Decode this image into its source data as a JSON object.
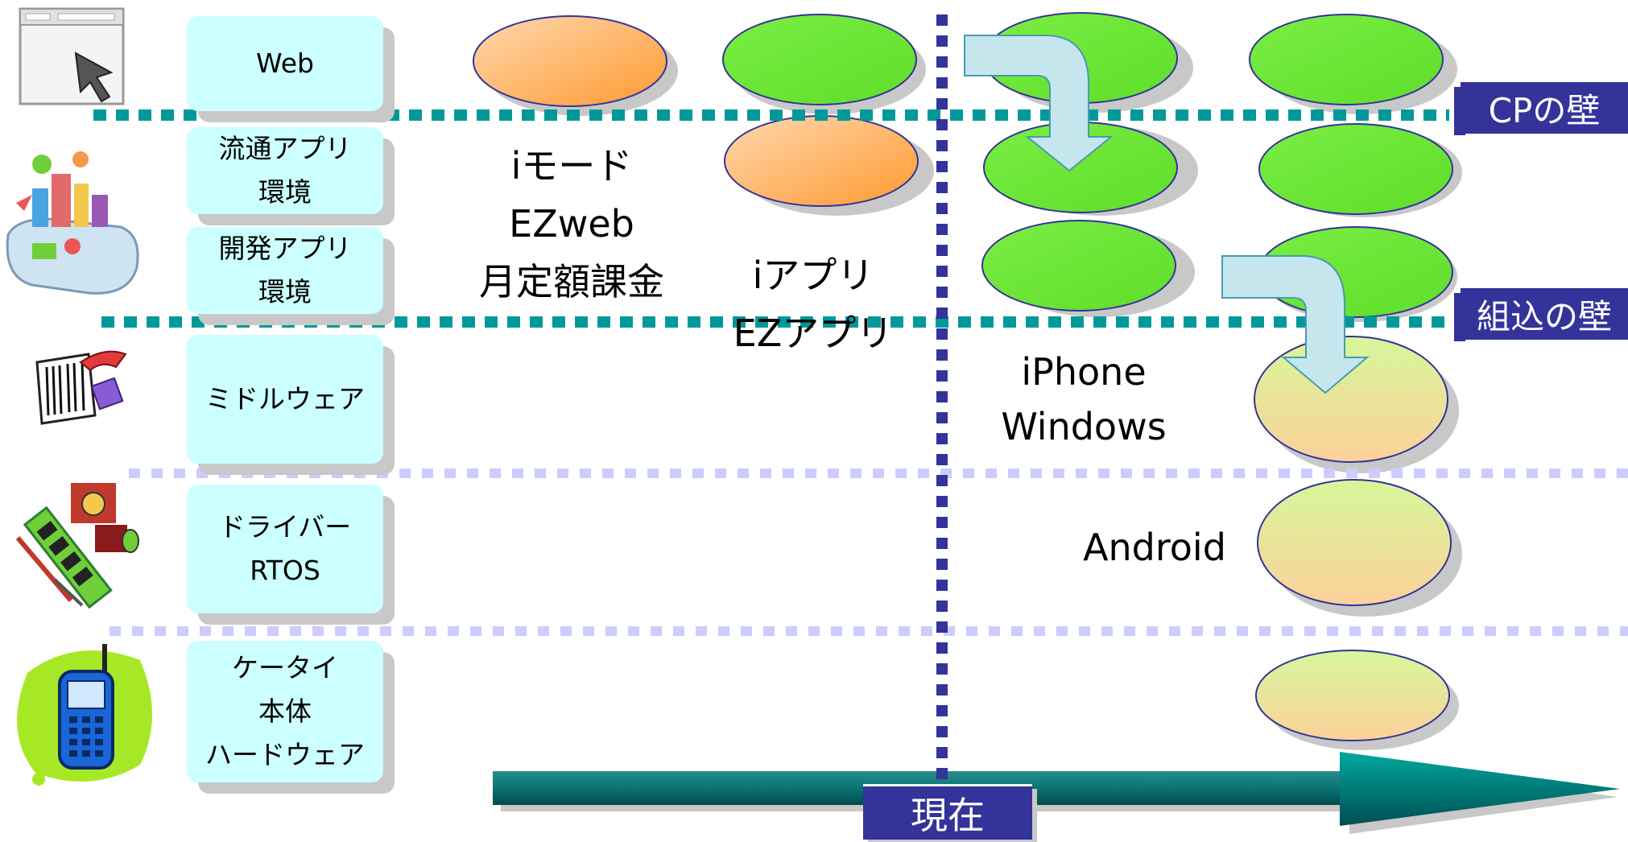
{
  "layers": [
    {
      "id": "web",
      "lines": [
        "Web"
      ]
    },
    {
      "id": "dist-app",
      "lines": [
        "流通アプリ",
        "環境"
      ]
    },
    {
      "id": "dev-app",
      "lines": [
        "開発アプリ",
        "環境"
      ]
    },
    {
      "id": "middleware",
      "lines": [
        "ミドルウェア"
      ]
    },
    {
      "id": "driver",
      "lines": [
        "ドライバー",
        "RTOS"
      ]
    },
    {
      "id": "handset",
      "lines": [
        "ケータイ",
        "本体",
        "ハードウェア"
      ]
    }
  ],
  "eras": {
    "imode": [
      "iモード",
      "EZweb",
      "月定額課金"
    ],
    "iappli": [
      "iアプリ",
      "EZアプリ"
    ],
    "smartphone": [
      "iPhone",
      "Windows"
    ],
    "android": "Android"
  },
  "walls": {
    "cp": "CPの壁",
    "embedded": "組込の壁"
  },
  "now_label": "現在",
  "colors": {
    "layer_box": "#ccffff",
    "orange_ellipse": "#ffa64d",
    "green_ellipse": "#66e633",
    "peach_ellipse": "#fbd79a",
    "wall_teal": "#009999",
    "wall_lavender": "#ccccff",
    "now_line": "#33339a",
    "arrow_fill": "#c6e6ee",
    "time_arrow": "#006666"
  },
  "icons": [
    "browser-cursor-icon",
    "phone-city-icon",
    "barcode-scanner-icon",
    "circuit-board-icon",
    "mobile-phone-icon"
  ]
}
